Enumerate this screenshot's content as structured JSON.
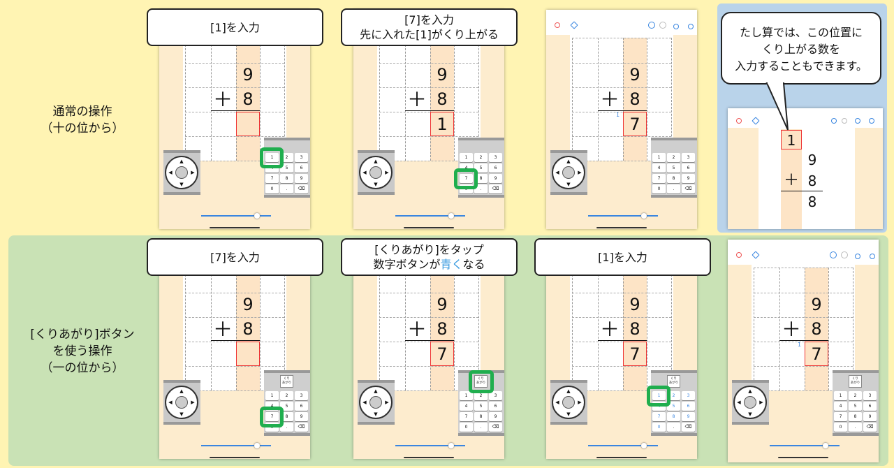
{
  "colors": {
    "accent_blue": "#3a86e0",
    "highlight_green": "#1fae4e",
    "answer_red": "#ee3333",
    "top_bg": "#fff4b3",
    "bottom_bg": "#c9e2b5",
    "callout_bg": "#b9d3ea"
  },
  "row_labels": {
    "normal": [
      "通常の操作",
      "（十の位から）"
    ],
    "carry": [
      "[くりあがり]ボタン",
      "を使う操作",
      "（一の位から）"
    ]
  },
  "steps_top": [
    {
      "label": [
        "[1]を入力"
      ]
    },
    {
      "label": [
        "[7]を入力",
        "先に入れた[1]がくり上がる"
      ]
    }
  ],
  "steps_bottom": [
    {
      "label": [
        "[7]を入力"
      ]
    },
    {
      "label_pre": "数字ボタンが",
      "label_blue": "青く",
      "label_post": "なる",
      "label_first": "[くりあがり]をタップ"
    },
    {
      "label": [
        "[1]を入力"
      ]
    }
  ],
  "callout": [
    "たし算では、この位置に",
    "くり上がる数を",
    "入力することもできます。"
  ],
  "problem": {
    "top": "9",
    "operator": "＋",
    "second": "8"
  },
  "keypad": {
    "keys": [
      "1",
      "2",
      "3",
      "4",
      "5",
      "6",
      "7",
      "8",
      "9",
      "0",
      "."
    ],
    "delete_icon": "backspace-icon",
    "carry_button": [
      "くり",
      "あがり"
    ]
  },
  "tablets": [
    {
      "answer": "",
      "carry": "",
      "toolbar": false,
      "kuri": false,
      "blue_keys": false,
      "highlight": "1"
    },
    {
      "answer": "1",
      "carry": "",
      "toolbar": false,
      "kuri": false,
      "blue_keys": false,
      "highlight": "7"
    },
    {
      "answer": "7",
      "carry": "1",
      "toolbar": true,
      "kuri": false,
      "blue_keys": false,
      "highlight": ""
    },
    {
      "answer": "",
      "carry": "",
      "toolbar": false,
      "kuri": true,
      "blue_keys": false,
      "highlight": "7"
    },
    {
      "answer": "7",
      "carry": "",
      "toolbar": false,
      "kuri": true,
      "blue_keys": false,
      "highlight": "kuri"
    },
    {
      "answer": "7",
      "carry": "",
      "toolbar": false,
      "kuri": true,
      "blue_keys": true,
      "highlight": "1"
    },
    {
      "answer": "7",
      "carry": "1",
      "toolbar": true,
      "kuri": true,
      "blue_keys": false,
      "highlight": ""
    }
  ],
  "callout_example": {
    "carry": "1",
    "top": "9",
    "operator": "＋",
    "second": "8",
    "answer": "8"
  }
}
